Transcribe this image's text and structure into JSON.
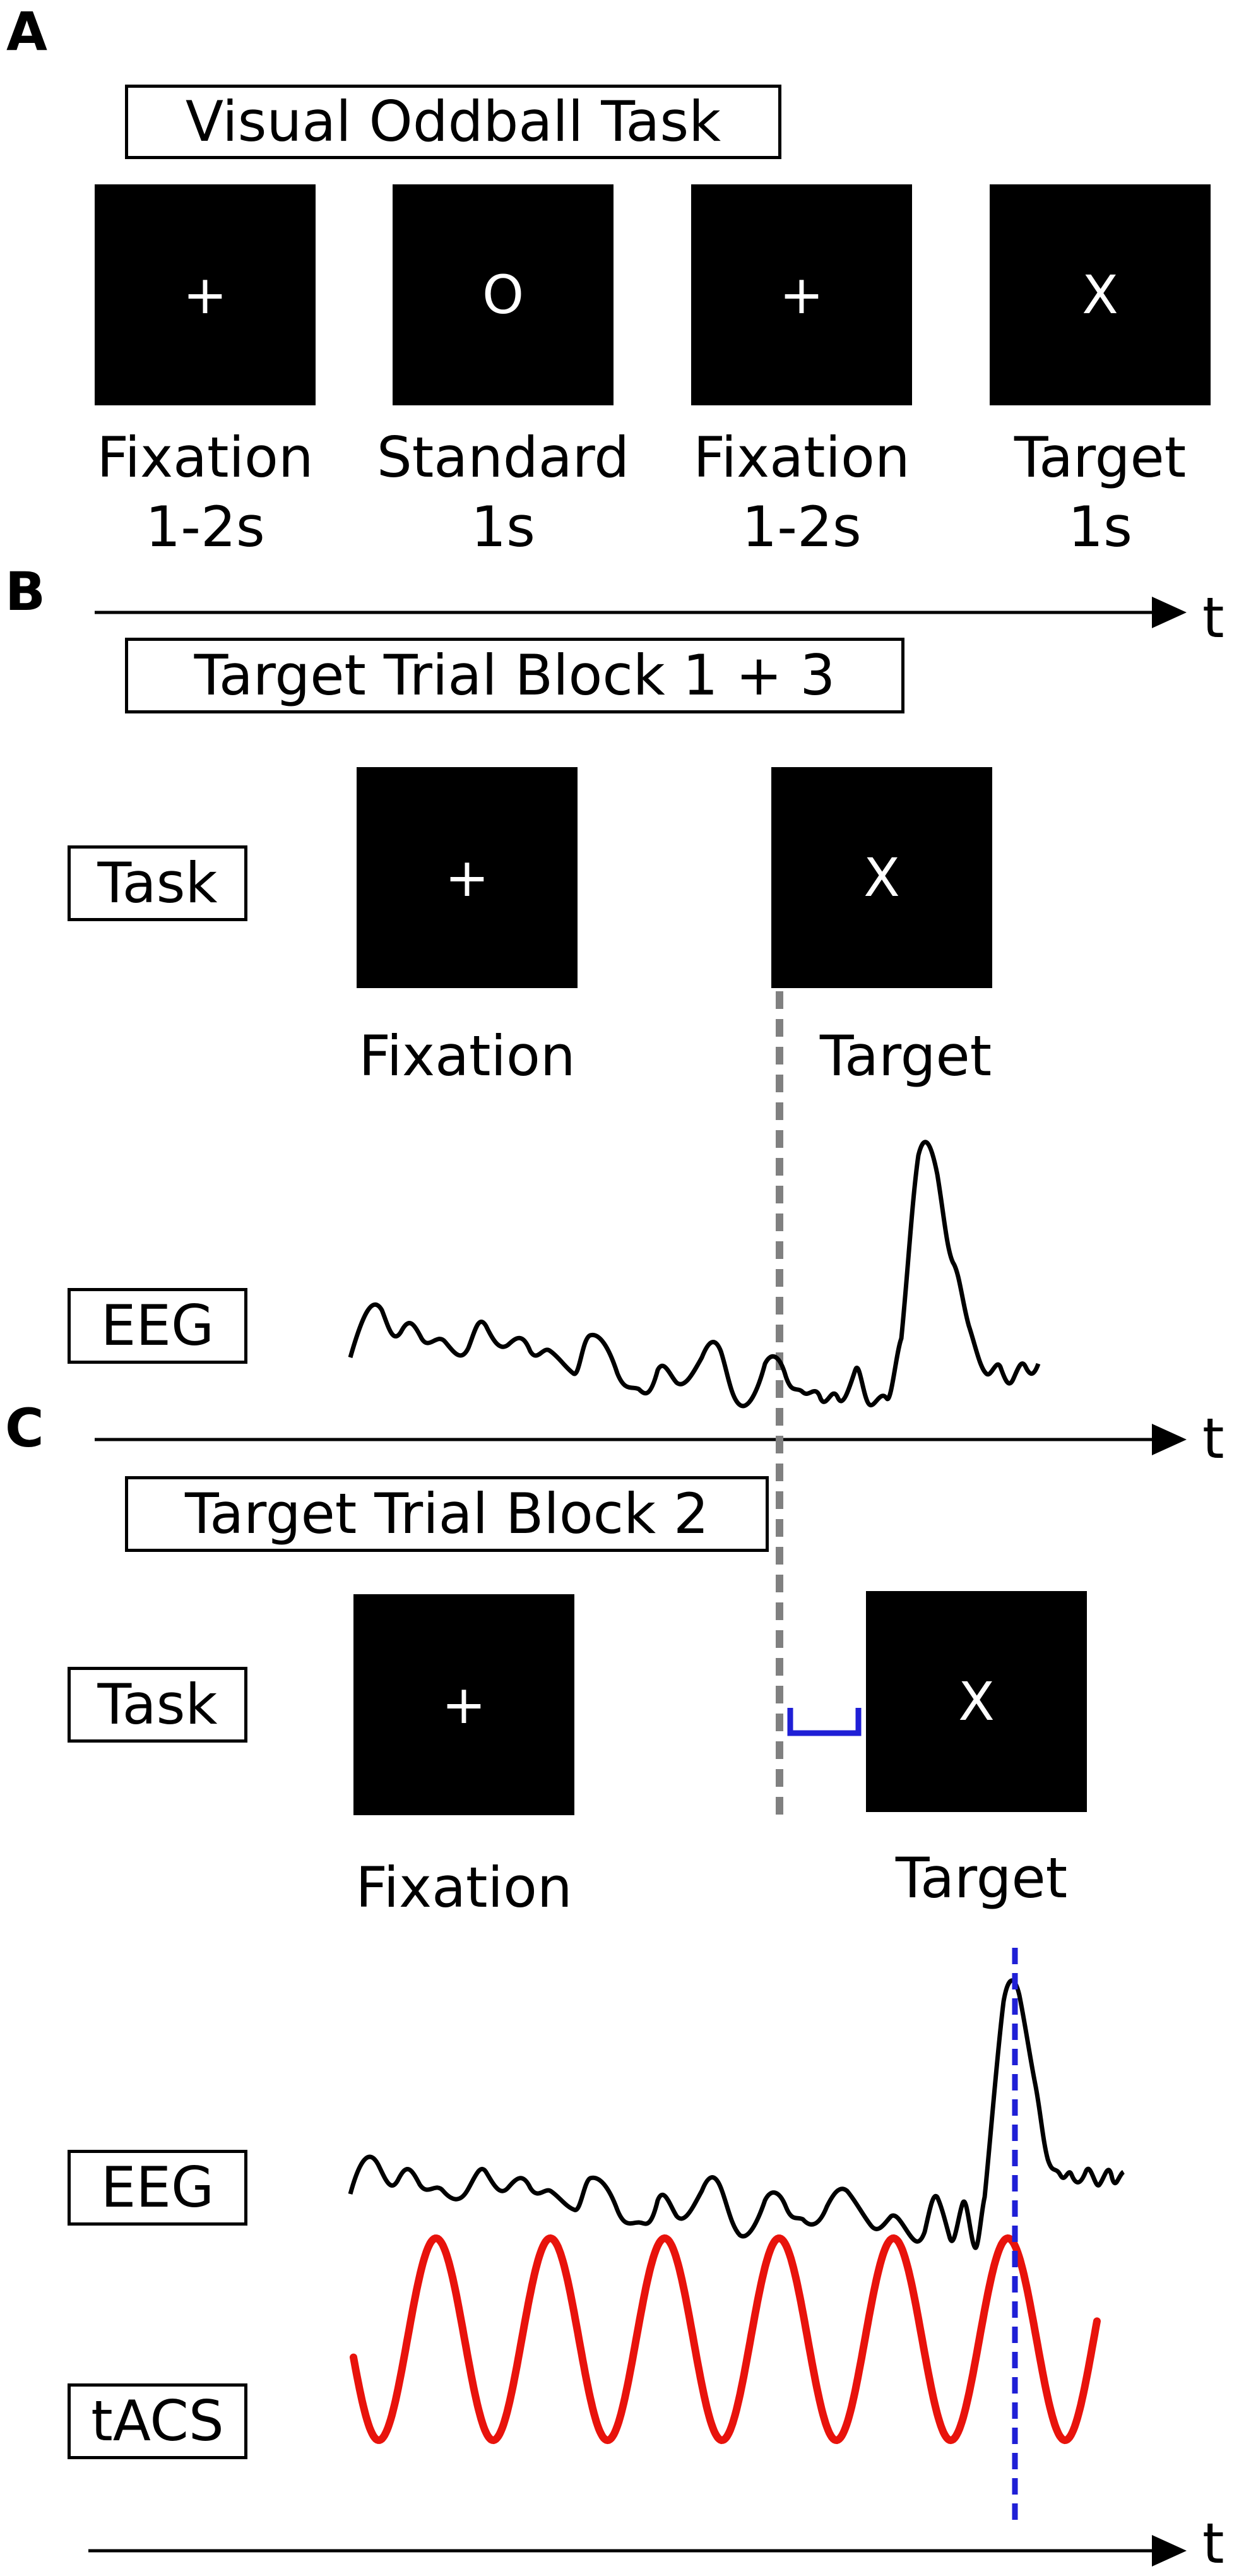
{
  "panels": {
    "a": {
      "letter": "A"
    },
    "b": {
      "letter": "B"
    },
    "c": {
      "letter": "C"
    }
  },
  "panel_a": {
    "title": "Visual Oddball Task",
    "stimuli": [
      {
        "symbol": "+",
        "label": "Fixation",
        "duration": "1-2s"
      },
      {
        "symbol": "O",
        "label": "Standard",
        "duration": "1s"
      },
      {
        "symbol": "+",
        "label": "Fixation",
        "duration": "1-2s"
      },
      {
        "symbol": "X",
        "label": "Target",
        "duration": "1s"
      }
    ]
  },
  "panel_b": {
    "title": "Target Trial Block 1 + 3",
    "task_label": "Task",
    "eeg_label": "EEG",
    "fixation_symbol": "+",
    "fixation_label": "Fixation",
    "target_symbol": "X",
    "target_label": "Target"
  },
  "panel_c": {
    "title": "Target Trial Block 2",
    "task_label": "Task",
    "eeg_label": "EEG",
    "tacs_label": "tACS",
    "fixation_symbol": "+",
    "fixation_label": "Fixation",
    "target_symbol": "X",
    "target_label": "Target"
  },
  "time_axis_label": "t",
  "colors": {
    "screen": "#000000",
    "eeg_trace": "#000000",
    "onset_marker": "#808080",
    "delay_bracket": "#1f1fd6",
    "peak_marker": "#1f1fd6",
    "tacs_wave": "#e8130c"
  }
}
